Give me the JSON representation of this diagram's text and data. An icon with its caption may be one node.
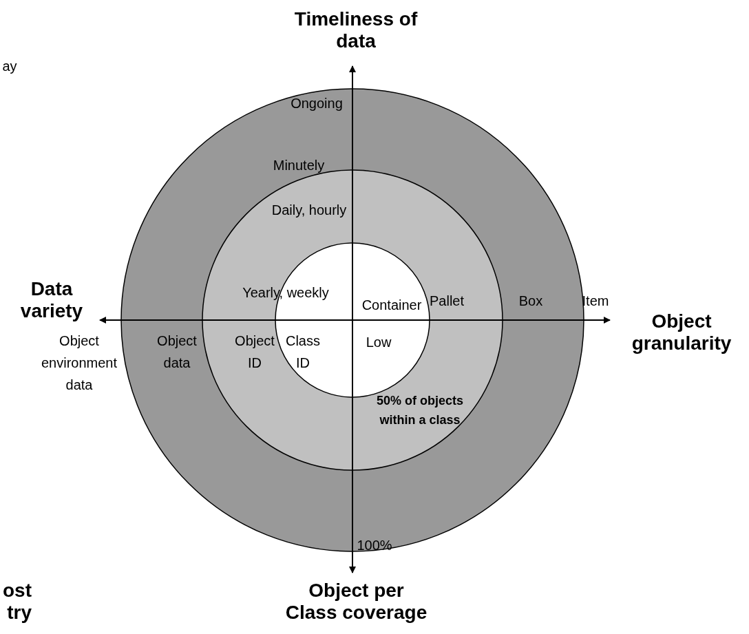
{
  "diagram": {
    "labels": [
      "Timeliness of data",
      "ay",
      "Ongoing",
      "Minutely",
      "Daily, hourly",
      "Data variety",
      "Yearly, weekly",
      "Container",
      "Pallet",
      "Box",
      "Item",
      "Object granularity",
      "Object environment data",
      "Object data",
      "Object ID",
      "Class ID",
      "Low",
      "50% of objects within a class",
      "100%",
      "ost",
      "try",
      "Object per Class coverage"
    ]
  }
}
